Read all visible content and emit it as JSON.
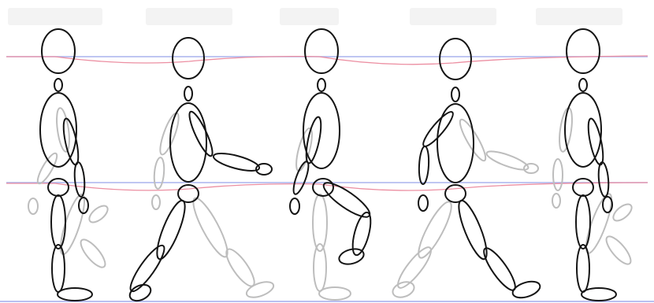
{
  "figure": {
    "subject": "walk-cycle",
    "pose_count": 5,
    "poses": [
      {
        "id": "contact-left",
        "leading_arm": "none"
      },
      {
        "id": "down-right",
        "leading_arm": "right"
      },
      {
        "id": "passing-knee-up",
        "leading_arm": "none"
      },
      {
        "id": "down-left",
        "leading_arm": "left"
      },
      {
        "id": "contact-right",
        "leading_arm": "none"
      }
    ]
  },
  "colors": {
    "background": "#ffffff",
    "ink": "#141414",
    "ghost": "#bdbdbd",
    "head_guide": "#aab4ee",
    "hip_guide": "#aab4ee",
    "bounce_curve": "#ec8fa2",
    "ground_line": "#b8bff0"
  }
}
